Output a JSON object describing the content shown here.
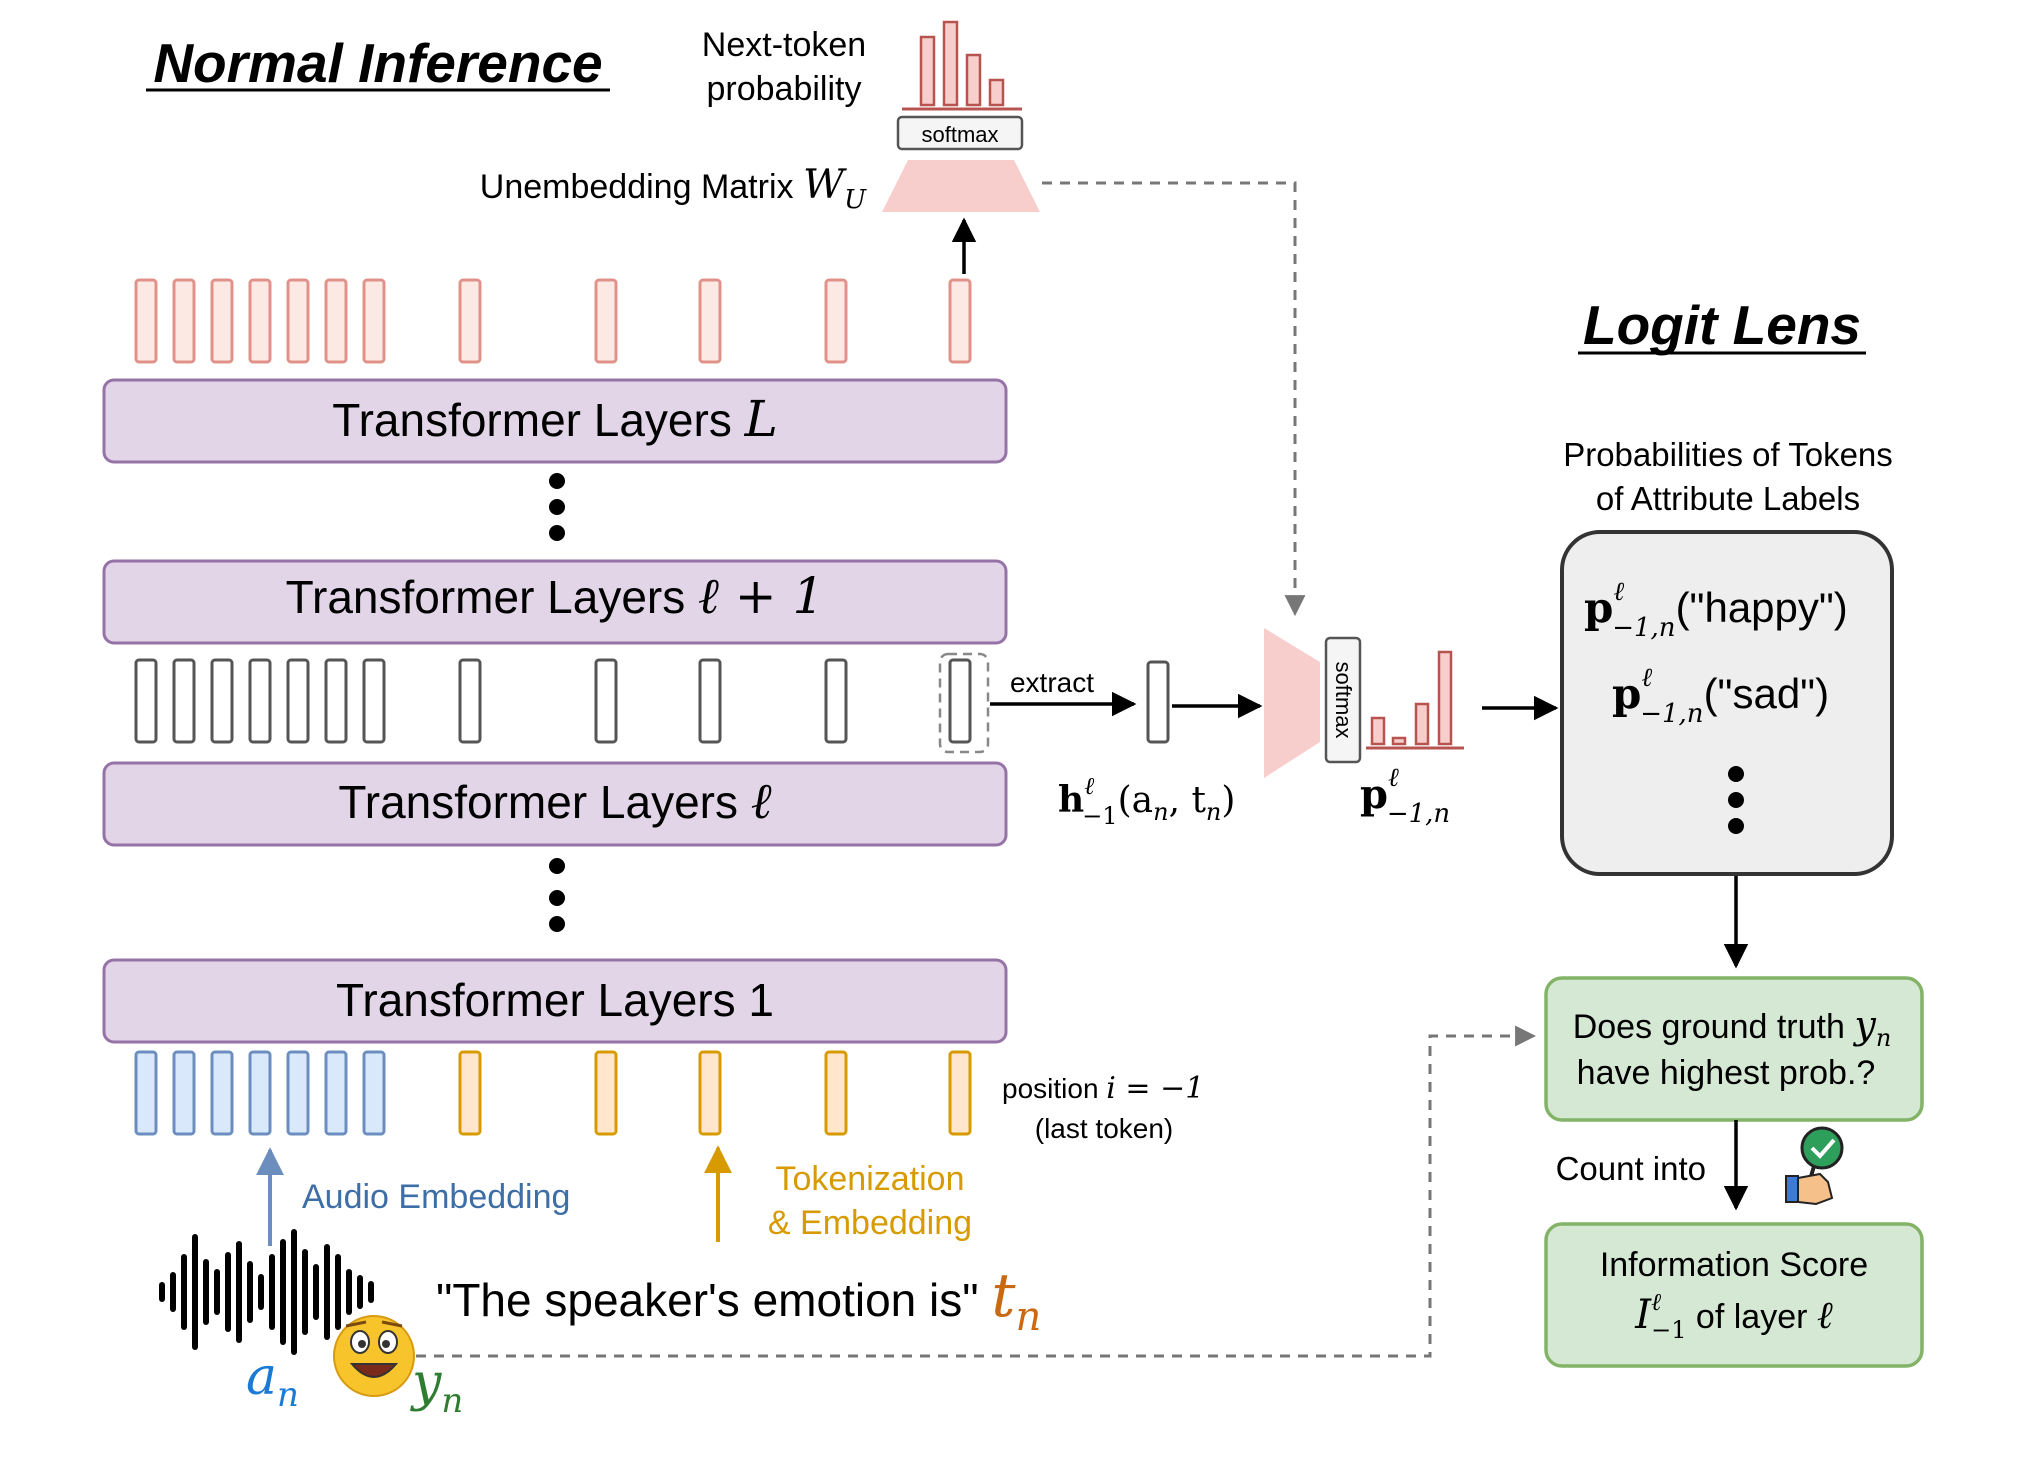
{
  "normal_inference": {
    "title": "Normal Inference",
    "next_token_line1": "Next-token",
    "next_token_line2": "probability",
    "softmax_label": "softmax",
    "unembedding_text": "Unembedding Matrix ",
    "unembedding_symbol": "W",
    "unembedding_sub": "U"
  },
  "layers": {
    "top_text": "Transformer Layers ",
    "top_symbol": "L",
    "upper_text": "Transformer Layers ",
    "upper_symbol": "ℓ + 1",
    "mid_text": "Transformer Layers ",
    "mid_symbol": "ℓ",
    "bottom_label": "Transformer Layers 1"
  },
  "extraction": {
    "extract_label": "extract",
    "h_symbol": "h",
    "h_sup": "ℓ",
    "h_sub": "−1",
    "h_args": "(a",
    "h_args_sub": "n",
    "h_args_mid": ", t",
    "h_args_sub2": "n",
    "h_args_end": ")",
    "softmax_label": "softmax",
    "p_symbol": "p",
    "p_sup": "ℓ",
    "p_sub": "−1,n"
  },
  "logit_lens": {
    "title": "Logit Lens",
    "probs_line1": "Probabilities of Tokens",
    "probs_line2": "of Attribute Labels",
    "entry_happy": "(\"happy\")",
    "entry_sad": "(\"sad\")",
    "question_line1": "Does ground truth ",
    "question_symbol": "y",
    "question_sub": "n",
    "question_line2": "have highest prob.?",
    "count_into": "Count into",
    "score_line1": "Information Score",
    "score_symbol": "I",
    "score_sup": "ℓ",
    "score_sub": "−1",
    "score_tail": " of layer ",
    "score_tail_symbol": "ℓ"
  },
  "inputs": {
    "position_text": "position ",
    "position_symbol": "i = −1",
    "last_token": "(last token)",
    "audio_embedding": "Audio Embedding",
    "tokenization_line1": "Tokenization",
    "tokenization_line2": "& Embedding",
    "prompt_text": "\"The speaker's emotion is\" ",
    "t_symbol": "t",
    "t_sub": "n",
    "a_symbol": "a",
    "a_sub": "n",
    "y_symbol": "y",
    "y_sub": "n"
  },
  "colors": {
    "layer_fill": "#e1d5e7",
    "layer_stroke": "#9673a6",
    "token_red_fill": "#fde9e3",
    "token_red_stroke": "#e0928a",
    "token_gray_stroke": "#555555",
    "token_blue_fill": "#dae8fc",
    "token_blue_stroke": "#6c8ebf",
    "token_yellow_fill": "#ffe6cc",
    "token_yellow_stroke": "#d79b00",
    "bar_red": "#b85450",
    "unembed_pink": "#f8cecc",
    "green_fill": "#d5e8d4",
    "green_stroke": "#82b366",
    "audio_blue": "#3d6ea5",
    "token_orange": "#d79b00",
    "t_orange": "#c96a12",
    "a_blue": "#1b7ad6",
    "y_green": "#2e7d32"
  },
  "icons": [
    "audio-waveform-icon",
    "emoji-face-icon",
    "magnifier-check-icon",
    "thumbs-up-hand-icon"
  ]
}
